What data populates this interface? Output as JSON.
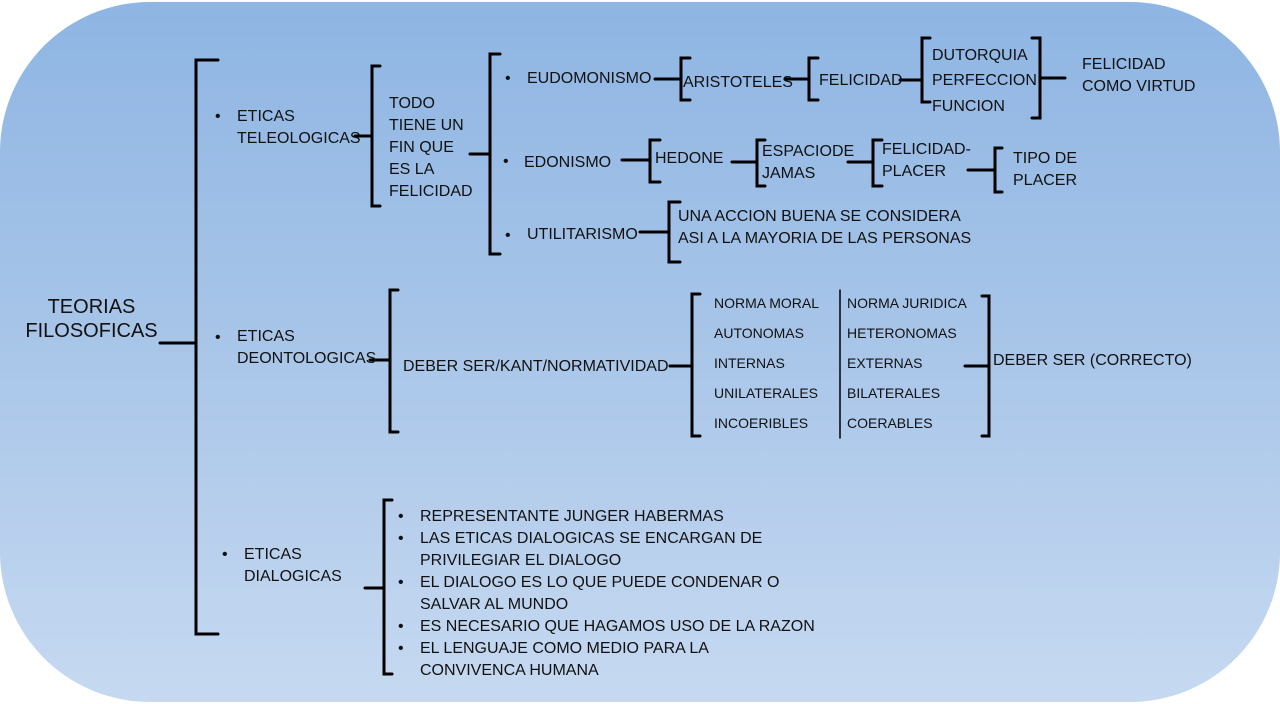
{
  "root": "TEORIAS\nFILOSOFICAS",
  "bullet": "•",
  "teleologicas": {
    "label": "ETICAS\nTELEOLOGICAS",
    "premise": "TODO\nTIENE UN\nFIN QUE\nES LA\nFELICIDAD",
    "eudomonismo": {
      "label": "EUDOMONISMO",
      "author": "ARISTOTELES",
      "felicidad": "FELICIDAD",
      "items": [
        "DUTORQUIA",
        "PERFECCION",
        "FUNCION"
      ],
      "result": "FELICIDAD\nCOMO VIRTUD"
    },
    "edonismo": {
      "label": "EDONISMO",
      "hedone": "HEDONE",
      "espacio": "ESPACIODE\nJAMAS",
      "placer": "FELICIDAD-\nPLACER",
      "tipo": "TIPO DE\nPLACER"
    },
    "utilitarismo": {
      "label": "UTILITARISMO",
      "desc": "UNA ACCION BUENA SE CONSIDERA\nASI A LA MAYORIA DE LAS PERSONAS"
    }
  },
  "deontologicas": {
    "label": "ETICAS\nDEONTOLOGICAS",
    "principle": "DEBER SER/KANT/NORMATIVIDAD",
    "moral": [
      "NORMA MORAL",
      "AUTONOMAS",
      "INTERNAS",
      "UNILATERALES",
      "INCOERIBLES"
    ],
    "juridica": [
      "NORMA JURIDICA",
      "HETERONOMAS",
      "EXTERNAS",
      "BILATERALES",
      "COERABLES"
    ],
    "result": "DEBER SER (CORRECTO)"
  },
  "dialogicas": {
    "label": "ETICAS\nDIALOGICAS",
    "items": [
      "REPRESENTANTE JUNGER HABERMAS",
      "LAS ETICAS DIALOGICAS SE ENCARGAN DE\nPRIVILEGIAR EL DIALOGO",
      "EL DIALOGO ES LO QUE PUEDE CONDENAR O\nSALVAR AL MUNDO",
      "ES NECESARIO QUE HAGAMOS USO DE LA RAZON",
      "EL LENGUAJE COMO MEDIO PARA LA\nCONVIVENCA HUMANA"
    ]
  }
}
